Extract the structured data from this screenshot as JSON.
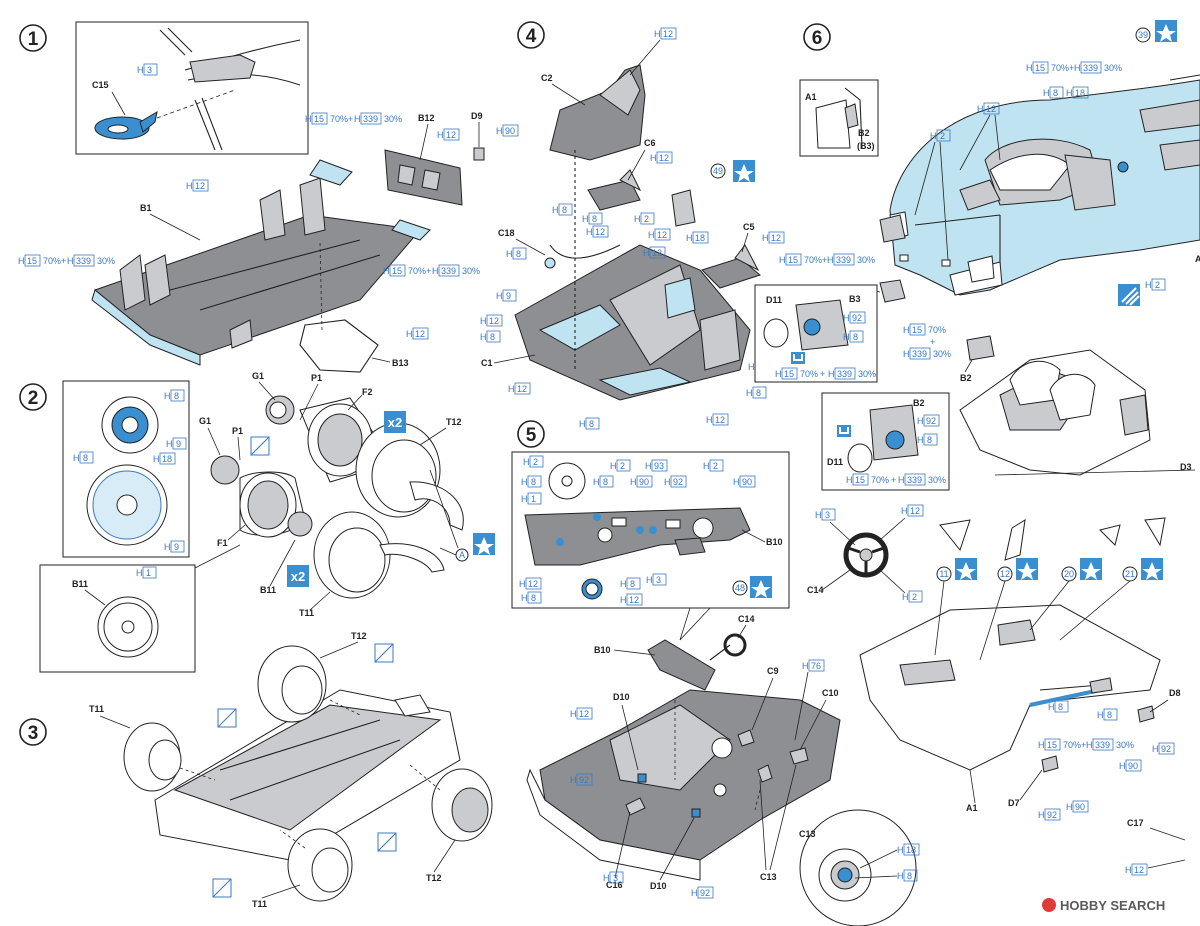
{
  "steps": [
    "1",
    "2",
    "3",
    "4",
    "5",
    "6"
  ],
  "parts": {
    "C15": "C15",
    "B12": "B12",
    "D9": "D9",
    "B1": "B1",
    "B13": "B13",
    "G1": "G1",
    "P1": "P1",
    "F2": "F2",
    "F1": "F1",
    "B11": "B11",
    "T12": "T12",
    "T11": "T11",
    "C2": "C2",
    "C6": "C6",
    "C18": "C18",
    "C5": "C5",
    "C1": "C1",
    "B10": "B10",
    "C14": "C14",
    "D10": "D10",
    "C16": "C16",
    "C9": "C9",
    "C10": "C10",
    "C13": "C13",
    "A1": "A1",
    "B2": "B2",
    "B2B3": "(B3)",
    "B3": "B3",
    "D11": "D11",
    "D3": "D3",
    "D7": "D7",
    "D8": "D8",
    "C17": "C17"
  },
  "paint": {
    "H3": "3",
    "H90": "90",
    "H12": "12",
    "H15": "15",
    "H339": "339",
    "H8": "8",
    "H9": "9",
    "H18": "18",
    "H1": "1",
    "H2": "2",
    "H93": "93",
    "H92": "92",
    "H76": "76"
  },
  "mix": {
    "pct70": "70%+",
    "pct30": "30%",
    "p70": "70%",
    "plus": "+"
  },
  "multipliers": {
    "x2": "x2"
  },
  "decal_refs": [
    "39",
    "49",
    "48",
    "11",
    "12",
    "20",
    "21"
  ],
  "circle_ref": "A",
  "watermark": {
    "brand": "HOBBY SEARCH"
  }
}
